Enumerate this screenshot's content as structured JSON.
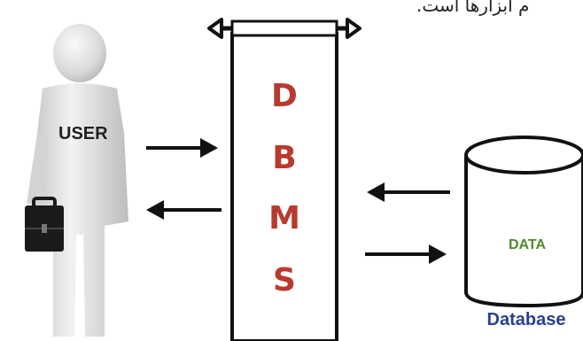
{
  "caption_fragment": "م ابزارها است.",
  "user_label": "USER",
  "dbms_letters": [
    "D",
    "B",
    "M",
    "S"
  ],
  "data_label": "DATA",
  "database_caption": "Database",
  "colors": {
    "dbms_letters": "#b83a2e",
    "data_label": "#4f8a2a",
    "database_caption": "#2a3f8f"
  },
  "icons": {
    "user": "user-figure-icon",
    "briefcase": "briefcase-icon",
    "database": "database-cylinder-icon"
  }
}
